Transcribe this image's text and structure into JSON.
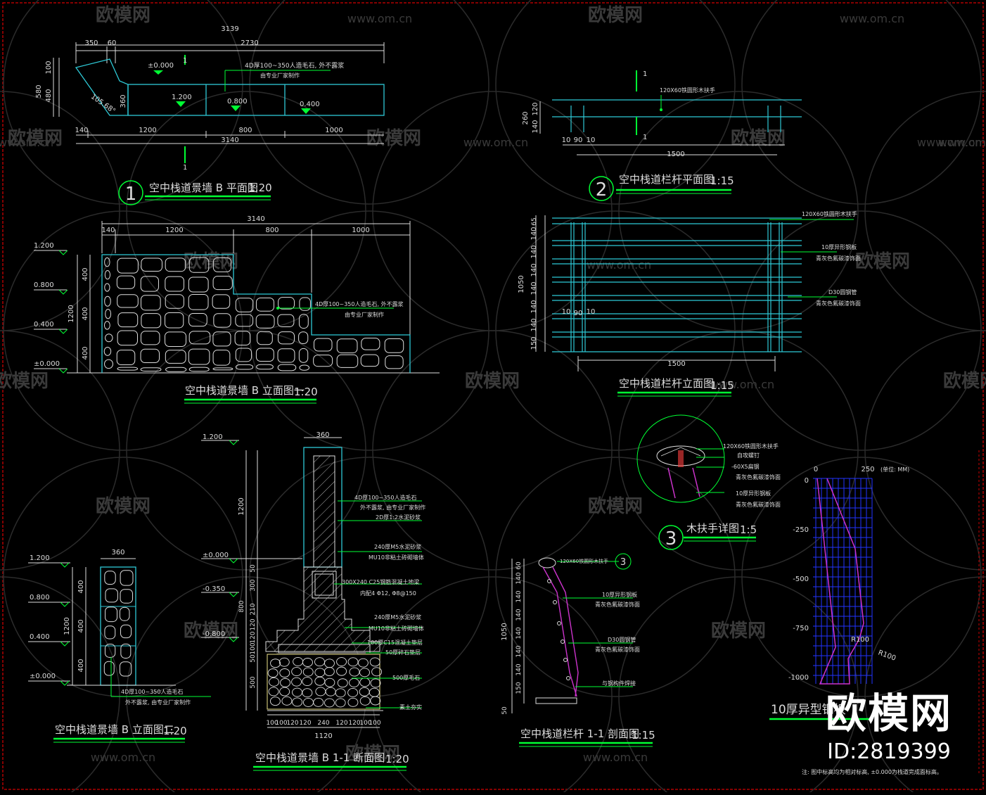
{
  "brand": {
    "watermark_url": "www.om.cn",
    "watermark_logo": "欧模网",
    "corner_brand": "欧模网",
    "id_label": "ID:2819399"
  },
  "views": {
    "v1": {
      "title": "空中栈道景墙 B 平面图",
      "scale": "1:20",
      "num": "1"
    },
    "v2": {
      "title": "空中栈道栏杆平面图",
      "scale": "1:15",
      "num": "2"
    },
    "v3": {
      "title": "木扶手详图",
      "scale": "1:5",
      "num": "3"
    },
    "v4": {
      "title": "空中栈道景墙 B 立面图一",
      "scale": "1:20"
    },
    "v5": {
      "title": "空中栈道栏杆立面图",
      "scale": "1:15"
    },
    "v6": {
      "title": "空中栈道景墙 B 立面图二",
      "scale": "1:20"
    },
    "v7": {
      "title": "空中栈道景墙 B  1-1 断面图",
      "scale": "1:20"
    },
    "v8": {
      "title": "空中栈道栏杆 1-1 剖面图",
      "scale": "1:15"
    },
    "v9": {
      "title": "10厚异型钢板"
    }
  },
  "plan": {
    "dims_top": [
      "3139",
      "350",
      "60",
      "2730"
    ],
    "dims_bottom": [
      "140",
      "1200",
      "800",
      "1000",
      "3140"
    ],
    "dims_left": [
      "580",
      "100",
      "480",
      "360"
    ],
    "angle": "105.68°",
    "levels": [
      "±0.000",
      "1.200",
      "0.800",
      "0.400"
    ],
    "note1": "4D厚100~350人造毛石, 外不露浆",
    "note2": "由专业厂家制作",
    "cut": "1"
  },
  "rail_plan": {
    "handrail": "120X60铁圆形木扶手",
    "dims_left": [
      "260",
      "120",
      "140"
    ],
    "dims_bottom": [
      "10",
      "90",
      "10",
      "1500"
    ],
    "cut": "1"
  },
  "elev1": {
    "dims_top": [
      "3140",
      "140",
      "1200",
      "800",
      "1000"
    ],
    "levels": [
      "1.200",
      "0.800",
      "0.400",
      "±0.000"
    ],
    "dims_left": [
      "400",
      "1200",
      "400",
      "400"
    ],
    "note1": "4D厚100~350人造毛石, 外不露浆",
    "note2": "由专业厂家制作"
  },
  "rail_elev": {
    "dims_left": [
      "1050",
      "65",
      "140",
      "140",
      "140",
      "140",
      "140",
      "140",
      "150"
    ],
    "dims_bottom": [
      "10",
      "90",
      "10",
      "1500"
    ],
    "notes": [
      "120X60铁圆形木扶手",
      "10厚异形钢板",
      "青灰色氟碳漆饰面",
      "D30圆钢管",
      "青灰色氟碳漆饰面"
    ]
  },
  "detail3": {
    "notes": [
      "120X60铁圆形木扶手",
      "自攻螺钉",
      "-60X5扁钢",
      "青灰色氟碳漆饰面",
      "10厚异形钢板",
      "青灰色氟碳漆饰面"
    ]
  },
  "elev2": {
    "dim_top": "360",
    "levels": [
      "1.200",
      "0.800",
      "0.400",
      "±0.000"
    ],
    "dims_left": [
      "400",
      "1200",
      "400",
      "400"
    ],
    "note1": "4D厚100~350人造毛石",
    "note2": "外不露浆, 由专业厂家制作"
  },
  "section": {
    "dim_top": "360",
    "levels": [
      "1.200",
      "±0.000",
      "-0.350",
      "-0.800"
    ],
    "dims_left": [
      "1200",
      "50",
      "300",
      "800",
      "210",
      "120",
      "120",
      "100",
      "50",
      "500"
    ],
    "dims_bottom": [
      "100",
      "100",
      "120",
      "120",
      "240",
      "120",
      "120",
      "100",
      "100",
      "1120"
    ],
    "notes": [
      "4D厚100~350人造毛石",
      "外不露浆, 由专业厂家制作",
      "2D厚1:2水泥砂浆",
      "240厚M5水泥砂浆",
      "MU10非粘土砖砌墙体",
      "300X240 C25钢筋混凝土地梁",
      "内配4 Φ12, Φ8@150",
      "240厚M5水泥砂浆",
      "MU10非粘土砖砌墙体",
      "100厚C15混凝土垫层",
      "50厚碎石垫层",
      "500厚毛石",
      "素土夯实"
    ]
  },
  "rail_section": {
    "dims_left": [
      "1050",
      "60",
      "140",
      "140",
      "140",
      "140",
      "140",
      "140",
      "150",
      "50"
    ],
    "notes": [
      "120X60铁圆形木扶手",
      "10厚异形钢板",
      "青灰色氟碳漆饰面",
      "D30圆钢管",
      "青灰色氟碳漆饰面",
      "与钢构件焊接"
    ],
    "ref": "3"
  },
  "plate": {
    "axis_x": [
      "0",
      "250"
    ],
    "unit": "(单位: MM)",
    "axis_y": [
      "0",
      "-250",
      "-500",
      "-750",
      "-1000"
    ],
    "radii": [
      "R100",
      "R100"
    ],
    "footnote": "注: 图中标高均为相对标高, ±0.000为栈道完成面标高。"
  }
}
